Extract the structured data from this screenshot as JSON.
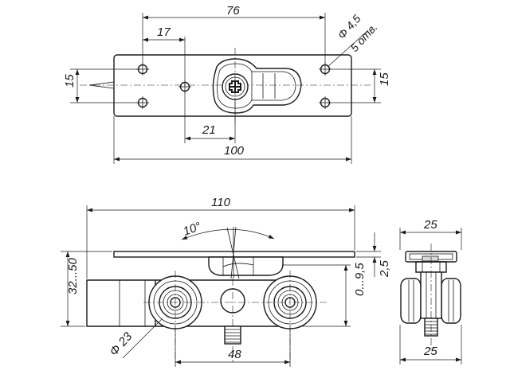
{
  "top_view": {
    "dim_total_holes": "76",
    "dim_edge_to_hole": "17",
    "dim_hole": "Φ 4,5",
    "dim_hole_count": "5 отв.",
    "dim_height_left": "15",
    "dim_height_right": "15",
    "dim_center_offset": "21",
    "dim_length": "100"
  },
  "side_view": {
    "dim_plate_length": "110",
    "dim_angle": "10°",
    "dim_height": "32...50",
    "dim_wheel_diameter": "Φ 23",
    "dim_adjust": "0...9,5",
    "dim_plate_thickness": "2,5",
    "dim_wheel_spacing": "48"
  },
  "end_view": {
    "dim_width_top": "25",
    "dim_width_bottom": "25"
  }
}
